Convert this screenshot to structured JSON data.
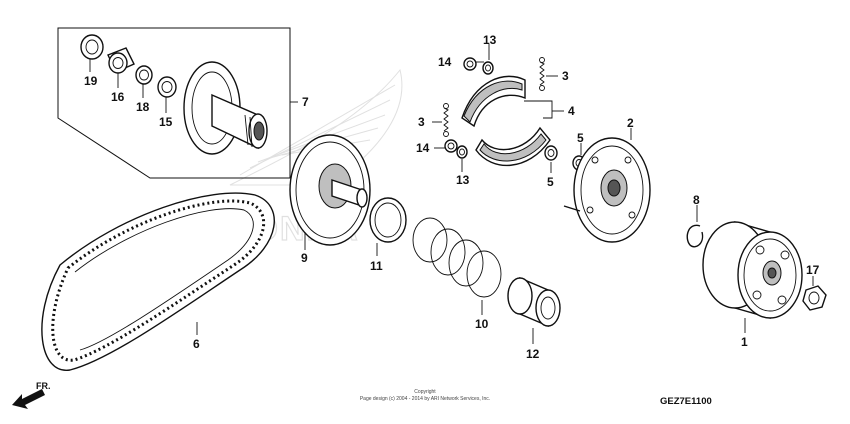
{
  "diagram": {
    "callouts": [
      {
        "id": "19",
        "label": "19"
      },
      {
        "id": "16",
        "label": "16"
      },
      {
        "id": "18",
        "label": "18"
      },
      {
        "id": "15",
        "label": "15"
      },
      {
        "id": "7",
        "label": "7"
      },
      {
        "id": "14a",
        "label": "14"
      },
      {
        "id": "13a",
        "label": "13"
      },
      {
        "id": "3a",
        "label": "3"
      },
      {
        "id": "4",
        "label": "4"
      },
      {
        "id": "3b",
        "label": "3"
      },
      {
        "id": "14b",
        "label": "14"
      },
      {
        "id": "13b",
        "label": "13"
      },
      {
        "id": "2",
        "label": "2"
      },
      {
        "id": "5a",
        "label": "5"
      },
      {
        "id": "5b",
        "label": "5"
      },
      {
        "id": "9",
        "label": "9"
      },
      {
        "id": "11",
        "label": "11"
      },
      {
        "id": "8",
        "label": "8"
      },
      {
        "id": "17",
        "label": "17"
      },
      {
        "id": "10",
        "label": "10"
      },
      {
        "id": "6",
        "label": "6"
      },
      {
        "id": "12",
        "label": "12"
      },
      {
        "id": "1",
        "label": "1"
      }
    ],
    "direction_marker": "FR.",
    "copyright_line1": "Copyright",
    "copyright_line2": "Page design (c) 2004 - 2014 by ARI Network Services, Inc.",
    "diagram_code": "GEZ7E1100",
    "watermark_text": "HONDA"
  }
}
